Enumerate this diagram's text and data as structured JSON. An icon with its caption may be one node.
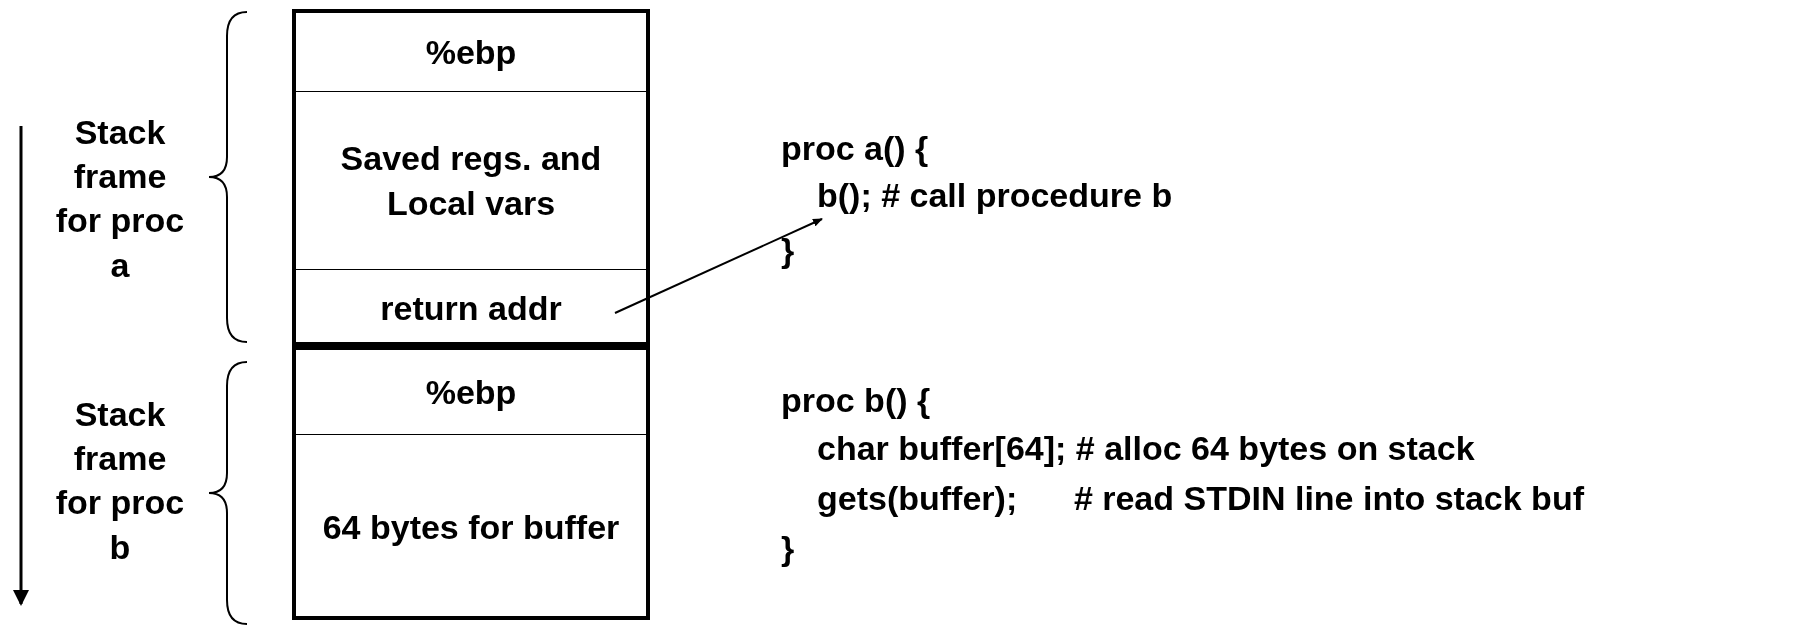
{
  "diagram": {
    "nodes": [
      {
        "text": [],
        "shape": "box",
        "beside": [
          "Stack frame for proc a"
        ]
      },
      {
        "text": [
          "%ebp"
        ],
        "in": 0
      },
      {
        "text": [
          "Saved regs. and Local vars"
        ],
        "in": 0
      },
      {
        "text": [
          "return addr"
        ],
        "in": 0
      },
      {
        "text": [],
        "shape": "box",
        "beside": [
          "Stack frame for proc b"
        ]
      },
      {
        "text": [
          "%ebp"
        ],
        "in": 4
      },
      {
        "text": [
          "64 bytes for buffer"
        ],
        "in": 4
      },
      {
        "text": [
          "b(); # call procedure b"
        ]
      }
    ],
    "edges": [
      {
        "from": 3,
        "to": 7,
        "arrow": "to"
      }
    ],
    "labels": [
      "proc a() {",
      "}",
      "proc b() {",
      "char buffer[64]; # alloc 64 bytes on stack",
      "gets(buffer);      # read STDIN line into stack buf",
      "}"
    ]
  }
}
